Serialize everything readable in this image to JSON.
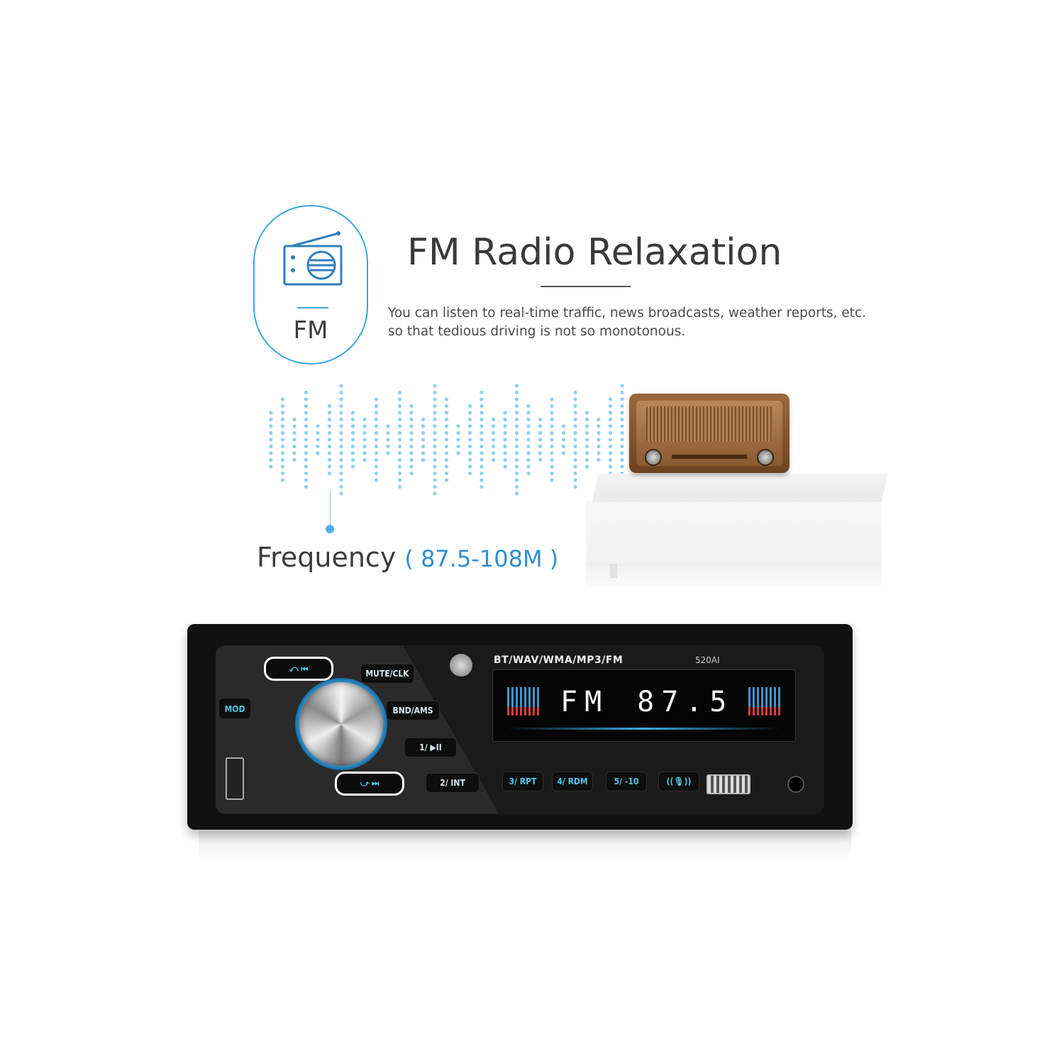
{
  "badge": {
    "label": "FM",
    "icon": "radio-icon",
    "accent": "#39a6da"
  },
  "headline": {
    "title": "FM Radio Relaxation"
  },
  "description": {
    "line1": "You can listen to real-time traffic, news broadcasts, weather reports, etc.",
    "line2": "so that tedious driving is not so monotonous."
  },
  "frequency": {
    "label": "Frequency",
    "range": "( 87.5-108M )"
  },
  "stereo": {
    "formats": "BT/WAV/WMA/MP3/FM",
    "model": "520AI",
    "display_band": "FM",
    "display_freq": "87.5",
    "buttons": {
      "mod": "MOD",
      "mute": "MUTE/CLK",
      "bnd": "BND/AMS",
      "play": "1/ ▶II",
      "int": "2/ INT",
      "rpt": "3/ RPT",
      "rdm": "4/ RDM",
      "skip": "5/ -10",
      "prev": "⤺ ⏮",
      "next": "⤻ ⏭",
      "mic": "((🎙))"
    }
  }
}
